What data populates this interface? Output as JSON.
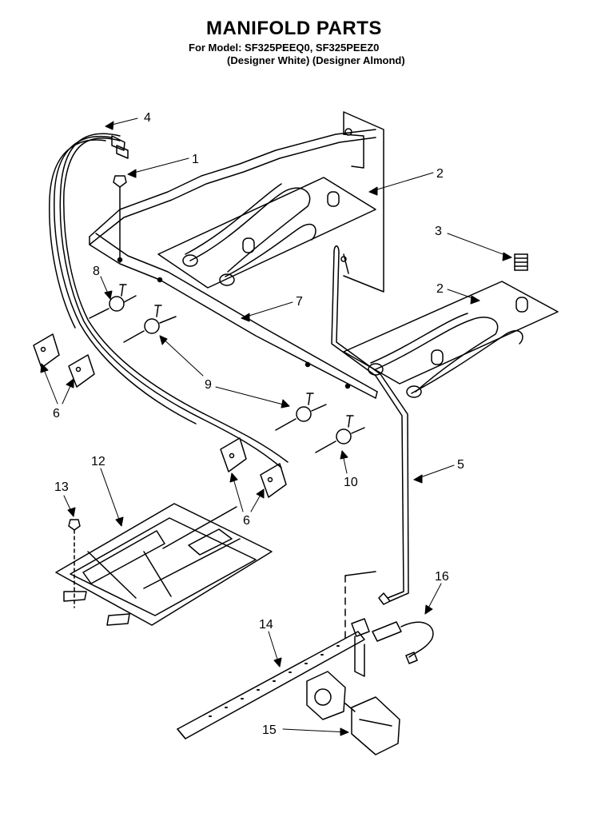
{
  "header": {
    "title": "MANIFOLD PARTS",
    "model_line": "For Model: SF325PEEQ0, SF325PEEZ0",
    "variant_line": "(Designer White) (Designer Almond)"
  },
  "callouts": [
    "1",
    "2",
    "2",
    "3",
    "4",
    "5",
    "6",
    "6",
    "7",
    "8",
    "9",
    "9",
    "10",
    "12",
    "13",
    "14",
    "15",
    "16"
  ]
}
